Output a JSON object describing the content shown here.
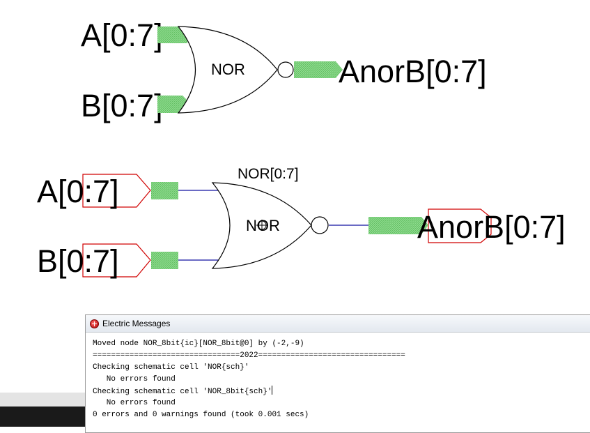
{
  "schematic": {
    "icon": {
      "input_a": "A[0:7]",
      "input_b": "B[0:7]",
      "gate_label": "NOR",
      "output": "AnorB[0:7]"
    },
    "schematic": {
      "input_a": "A[0:7]",
      "input_b": "B[0:7]",
      "instance_name": "NOR[0:7]",
      "gate_label": "NOR",
      "output": "AnorB[0:7]"
    },
    "colors": {
      "port_green": "#7fd17f",
      "wire_blue": "#1010a0",
      "export_red": "#d00000"
    }
  },
  "messages": {
    "title": "Electric Messages",
    "lines": [
      "Moved node NOR_8bit{ic}[NOR_8bit@0] by (-2,-9)",
      "================================2022================================",
      "Checking schematic cell 'NOR{sch}'",
      "   No errors found",
      "Checking schematic cell 'NOR_8bit{sch}'",
      "   No errors found",
      "0 errors and 0 warnings found (took 0.001 secs)"
    ]
  }
}
